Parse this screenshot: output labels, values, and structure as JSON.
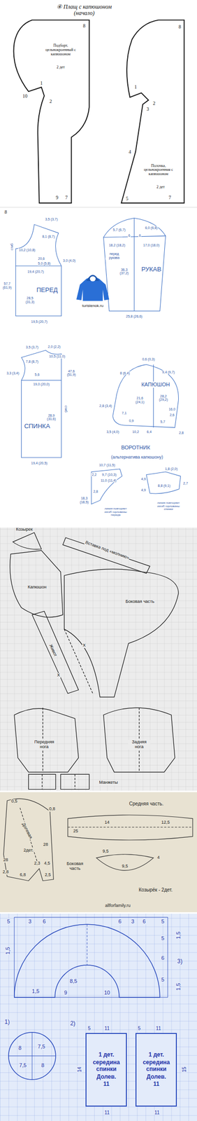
{
  "diagram": {
    "title": "④ Плащ с капюшоном (начало)",
    "nodes": [
      {
        "text": [
          "1 дет.",
          "середина спинки",
          "Долев.",
          "11"
        ]
      },
      {
        "text": [
          "1 дет.",
          "середина спинки",
          "Долев.",
          "11"
        ]
      }
    ],
    "labels": [
      "8",
      "Подборт, цельнокроенный с капюшоном",
      "2 дет",
      "1",
      "10",
      "2",
      "9",
      "7",
      "8",
      "8",
      "1",
      "3",
      "2",
      "4",
      "Полочка, цельнокроенная с капюшоном",
      "2 дет",
      "5",
      "7",
      "3,5 (3,7)",
      "8,1 (8,7)",
      "10,2 (10,8)",
      "сгиб",
      "20,6",
      "5,0 (5,8)",
      "3,0 (4,0)",
      "19,4 (20,7)",
      "57,7 (61,9)",
      "28,5 (31,3)",
      "ПЕРЕД",
      "19,5 (20,7)",
      "5,7 (6,7)",
      "6",
      "6",
      "6,0 (6,8)",
      "18,2 (18,2)",
      "17,0 (18,0)",
      "перед рукава",
      "36,3 (37,2)",
      "РУКАВ",
      "25,8 (26,6)",
      "turistenok.ru",
      "3,5 (3,7)",
      "2,0 (2,2)",
      "7,8 (8,7)",
      "10,5 (11,0)",
      "3,3 (3,4)",
      "5,6",
      "47,6 (51,9)",
      "19,0 (20,0)",
      "сгиб",
      "СПИНКА",
      "28,9 (31,6)",
      "19,4 (20,5)",
      "0,6 (0,3)",
      "8 (6,4)",
      "9,4 (9,7)",
      "КАПЮШОН",
      "2,8 (3,4)",
      "7,1",
      "21,6 (24,1)",
      "28,2 (29,2)",
      "16,0",
      "2,6",
      "0,9",
      "3,5 (4,0)",
      "10,2",
      "6,4",
      "5,7",
      "2,8",
      "ВОРОТНИК",
      "(альтернатива капюшону)",
      "2,2",
      "10,7 (11,5)",
      "9,7 (10,3)",
      "11,0 (11,4)",
      "2,8",
      "18,3 (18,5)",
      "линия повторяет изгиб горловины переда",
      "1,8 (2,0)",
      "4,9",
      "2,7",
      "4,9",
      "8,8 (9,1)",
      "линия повторяет изгиб горловины спинки",
      "Козырек",
      "Вставка под «молнию»",
      "Капюшон",
      "Боковая часть",
      "Живот",
      "Х",
      "Х",
      "Передняя нога",
      "Задняя нога",
      "Манжеты",
      "0,5",
      "0,8",
      "Долевая",
      "2дет.",
      "28",
      "28",
      "2,3",
      "4,5",
      "2,8",
      "6,8",
      "2,5",
      "Боковая часть",
      "Средняя часть.",
      "25",
      "14",
      "12,5",
      "9,5",
      "9,5",
      "4",
      "Козырёк - 2дет.",
      "allforfamily.ru",
      "5",
      "3",
      "6",
      "6",
      "3",
      "6",
      "5",
      "1,5",
      "5",
      "1,5",
      "6",
      "3)",
      "5",
      "1,5",
      "8,5",
      "9",
      "1,5",
      "10",
      "1)",
      "8",
      "7,5",
      "7,5",
      "8",
      "2)",
      "5",
      "11",
      "5",
      "11",
      "14",
      "15",
      "11",
      "11"
    ]
  }
}
